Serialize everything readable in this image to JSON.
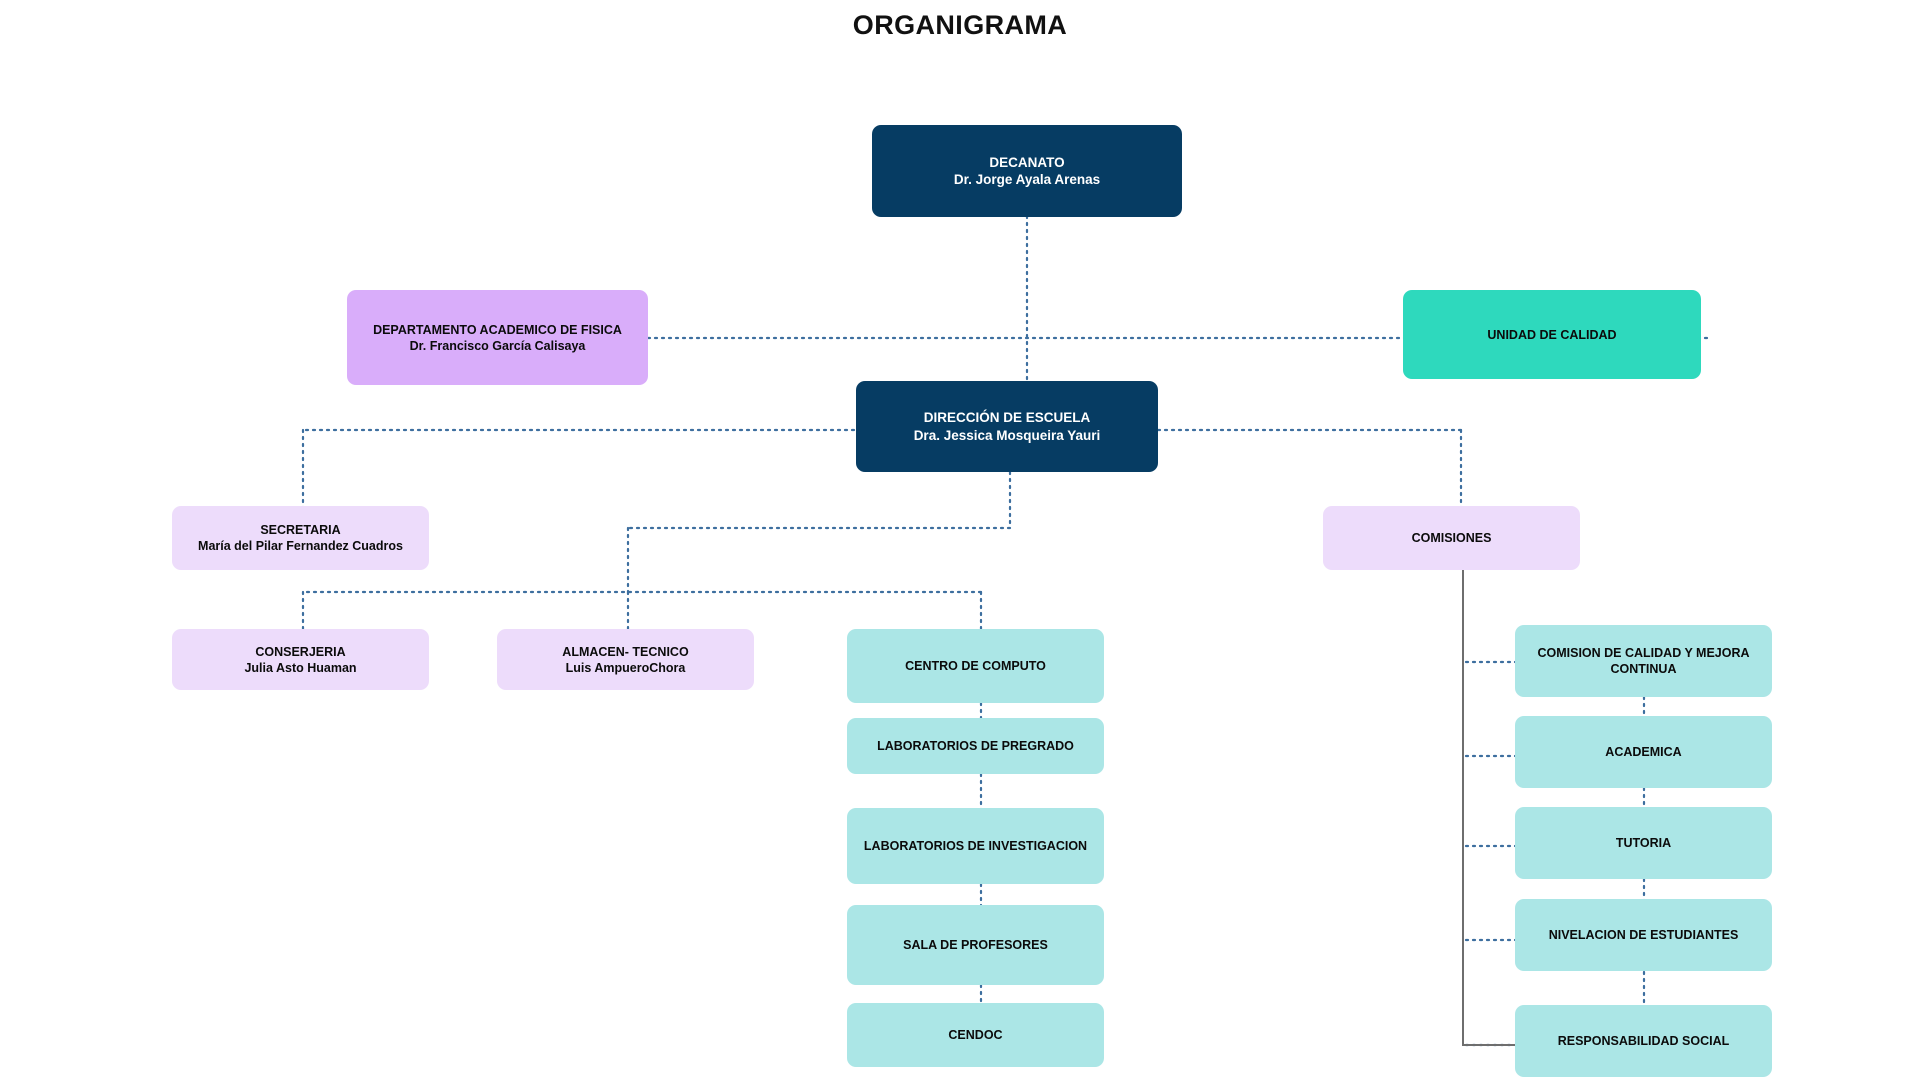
{
  "title": "ORGANIGRAMA",
  "colors": {
    "navy": "#063c63",
    "purple": "#d9adfa",
    "lavender": "#eddcfb",
    "teal": "#2ed9bd",
    "aqua": "#abe6e6",
    "connector_dotted": "#3c6e9e",
    "connector_solid": "#6e6e6e",
    "background": "#ffffff",
    "title_text": "#111111"
  },
  "chart_data": {
    "type": "diagram",
    "diagram_type": "organizational-chart",
    "title": "ORGANIGRAMA",
    "nodes": [
      {
        "id": "decanato",
        "line1": "DECANATO",
        "line2": "Dr. Jorge Ayala Arenas",
        "color": "navy",
        "level": 0
      },
      {
        "id": "depto-fisica",
        "line1": "DEPARTAMENTO ACADEMICO DE FISICA",
        "line2": "Dr. Francisco García Calisaya",
        "color": "purple",
        "level": 1
      },
      {
        "id": "unidad-calidad",
        "line1": "UNIDAD DE CALIDAD",
        "line2": "",
        "color": "teal",
        "level": 1
      },
      {
        "id": "direccion",
        "line1": "DIRECCIÓN DE ESCUELA",
        "line2": "Dra. Jessica Mosqueira Yauri",
        "color": "navy",
        "level": 2
      },
      {
        "id": "secretaria",
        "line1": "SECRETARIA",
        "line2": "María del Pilar Fernandez Cuadros",
        "color": "lavender",
        "level": 3
      },
      {
        "id": "comisiones",
        "line1": "COMISIONES",
        "line2": "",
        "color": "lavender",
        "level": 3
      },
      {
        "id": "conserjeria",
        "line1": "CONSERJERIA",
        "line2": "Julia Asto Huaman",
        "color": "lavender",
        "level": 4
      },
      {
        "id": "almacen",
        "line1": "ALMACEN- TECNICO",
        "line2": "Luis  AmpueroChora",
        "color": "lavender",
        "level": 4
      },
      {
        "id": "centro-computo",
        "line1": "CENTRO DE COMPUTO",
        "line2": "",
        "color": "aqua",
        "level": 4
      },
      {
        "id": "lab-pregrado",
        "line1": "LABORATORIOS DE PREGRADO",
        "line2": "",
        "color": "aqua",
        "level": 5
      },
      {
        "id": "lab-invest",
        "line1": "LABORATORIOS DE INVESTIGACION",
        "line2": "",
        "color": "aqua",
        "level": 6
      },
      {
        "id": "sala-prof",
        "line1": "SALA DE PROFESORES",
        "line2": "",
        "color": "aqua",
        "level": 7
      },
      {
        "id": "cendoc",
        "line1": "CENDOC",
        "line2": "",
        "color": "aqua",
        "level": 8
      },
      {
        "id": "com-calidad",
        "line1": "COMISION DE CALIDAD Y MEJORA CONTINUA",
        "line2": "",
        "color": "aqua",
        "level": 4
      },
      {
        "id": "com-academica",
        "line1": "ACADEMICA",
        "line2": "",
        "color": "aqua",
        "level": 5
      },
      {
        "id": "com-tutoria",
        "line1": "TUTORIA",
        "line2": "",
        "color": "aqua",
        "level": 6
      },
      {
        "id": "com-nivelacion",
        "line1": "NIVELACION DE ESTUDIANTES",
        "line2": "",
        "color": "aqua",
        "level": 7
      },
      {
        "id": "com-responsab",
        "line1": "RESPONSABILIDAD SOCIAL",
        "line2": "",
        "color": "aqua",
        "level": 8
      }
    ],
    "edges": [
      {
        "from": "decanato",
        "to": "direccion",
        "style": "dotted"
      },
      {
        "from": "decanato",
        "to": "depto-fisica",
        "style": "dotted"
      },
      {
        "from": "decanato",
        "to": "unidad-calidad",
        "style": "dotted"
      },
      {
        "from": "direccion",
        "to": "secretaria",
        "style": "dotted"
      },
      {
        "from": "direccion",
        "to": "comisiones",
        "style": "dotted"
      },
      {
        "from": "direccion",
        "to": "centro-computo",
        "style": "dotted"
      },
      {
        "from": "direccion",
        "to": "conserjeria",
        "style": "dotted"
      },
      {
        "from": "direccion",
        "to": "almacen",
        "style": "dotted"
      },
      {
        "from": "centro-computo",
        "to": "lab-pregrado",
        "style": "dotted"
      },
      {
        "from": "lab-pregrado",
        "to": "lab-invest",
        "style": "dotted"
      },
      {
        "from": "lab-invest",
        "to": "sala-prof",
        "style": "dotted"
      },
      {
        "from": "sala-prof",
        "to": "cendoc",
        "style": "dotted"
      },
      {
        "from": "comisiones",
        "to": "com-calidad",
        "style": "solid-stem-dotted-stub"
      },
      {
        "from": "comisiones",
        "to": "com-academica",
        "style": "solid-stem-dotted-stub"
      },
      {
        "from": "comisiones",
        "to": "com-tutoria",
        "style": "solid-stem-dotted-stub"
      },
      {
        "from": "comisiones",
        "to": "com-nivelacion",
        "style": "solid-stem-dotted-stub"
      },
      {
        "from": "comisiones",
        "to": "com-responsab",
        "style": "solid-stem-dotted-stub"
      },
      {
        "from": "com-calidad",
        "to": "com-academica",
        "style": "dotted"
      },
      {
        "from": "com-academica",
        "to": "com-tutoria",
        "style": "dotted"
      },
      {
        "from": "com-tutoria",
        "to": "com-nivelacion",
        "style": "dotted"
      },
      {
        "from": "com-nivelacion",
        "to": "com-responsab",
        "style": "dotted"
      }
    ]
  }
}
